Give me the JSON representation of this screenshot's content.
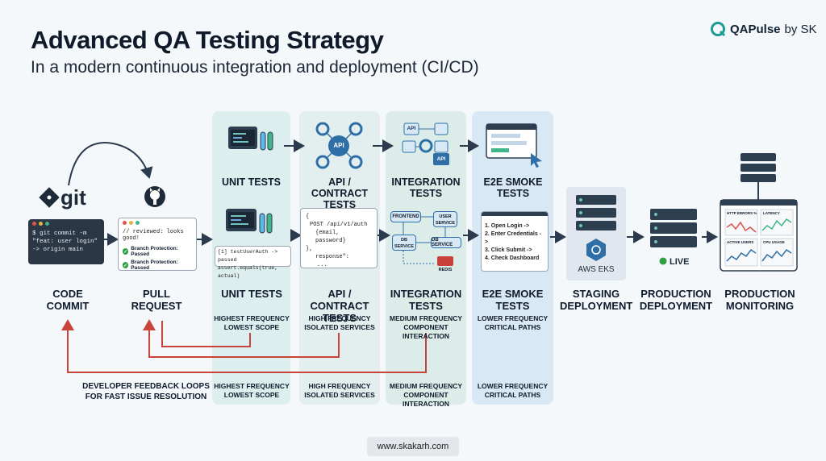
{
  "header": {
    "title": "Advanced QA Testing Strategy",
    "subtitle": "In a modern continuous integration and deployment (CI/CD)",
    "brand_name": "QAPulse",
    "brand_suffix": "by SK"
  },
  "stages": {
    "code_commit": "CODE COMMIT",
    "pull_request": "PULL REQUEST",
    "unit_tests": "UNIT TESTS",
    "api_tests": "API / CONTRACT TESTS",
    "integration_tests": "INTEGRATION TESTS",
    "e2e_tests": "E2E SMOKE TESTS",
    "staging": "STAGING DEPLOYMENT",
    "production": "PRODUCTION DEPLOYMENT",
    "monitoring": "PRODUCTION MONITORING"
  },
  "top_labels": {
    "unit": "UNIT TESTS",
    "api": "API / CONTRACT TESTS",
    "integration": "INTEGRATION TESTS",
    "e2e": "E2E SMOKE TESTS"
  },
  "frequency": {
    "unit": [
      "HIGHEST FREQUENCY",
      "LOWEST SCOPE"
    ],
    "api": [
      "HIGH FREQUENCY",
      "ISOLATED SERVICES"
    ],
    "integration": [
      "MEDIUM FREQUENCY",
      "COMPONENT INTERACTION"
    ],
    "e2e": [
      "LOWER FREQUENCY",
      "CRITICAL PATHS"
    ]
  },
  "bottom_frequency": {
    "unit": [
      "HIGHEST FREQUENCY",
      "LOWEST SCOPE"
    ],
    "api": [
      "HIGH FREQUENCY",
      "ISOLATED SERVICES"
    ],
    "integration": [
      "MEDIUM FREQUENCY",
      "COMPONENT INTERACTION"
    ],
    "e2e": [
      "LOWER FREQUENCY",
      "CRITICAL PATHS"
    ]
  },
  "feedback": [
    "DEVELOPER FEEDBACK LOOPS",
    "FOR FAST ISSUE RESOLUTION"
  ],
  "git": {
    "logo_text": "git",
    "terminal": [
      "$ git commit -m",
      "\"feat: user login\"",
      "-> origin main"
    ]
  },
  "pr": {
    "comment": "// reviewed: looks good!",
    "check1": "Branch Protection: Passed",
    "check2": "Branch Protection: Passed"
  },
  "unit_code": [
    "[1] testUserAuth -> passed",
    "assert.equals(true, actual)"
  ],
  "api_code": [
    "{",
    "POST /api/v1/auth",
    "{email, password}",
    "},",
    "response\":",
    "..."
  ],
  "api_icon_label": "API",
  "integration_nodes": {
    "api1": "API",
    "api2": "API",
    "frontend": "FRONTEND",
    "user_service": "USER SERVICE",
    "db_service": "DB SERVICE",
    "db_service2": "DB SERVICE",
    "redis": "REDIS"
  },
  "e2e_steps": [
    "1. Open Login ->",
    "2. Enter Credentials ->",
    "3. Click Submit ->",
    "4. Check Dashboard"
  ],
  "staging_label": "AWS EKS",
  "production_status": "LIVE",
  "monitoring": {
    "panel1": "HTTP ERRORS %",
    "panel2": "LATENCY",
    "panel3": "ACTIVE USERS",
    "panel4": "CPU USAGE"
  },
  "footer": "www.skakarh.com",
  "colors": {
    "feedback_red": "#c9433a",
    "live_green": "#2ea043",
    "accent_teal": "#1c9c95"
  }
}
